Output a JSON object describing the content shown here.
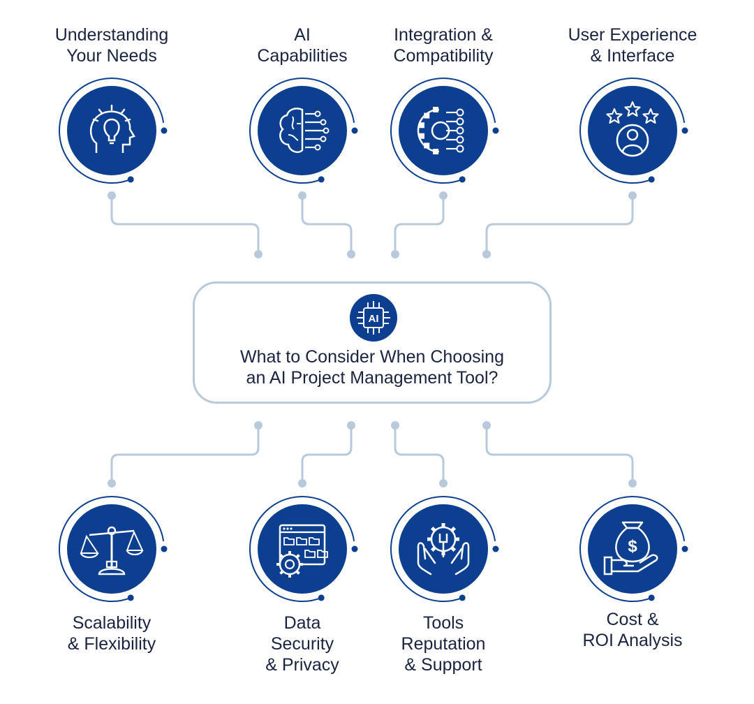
{
  "center": {
    "title_line1": "What to Consider When Choosing",
    "title_line2": "an AI Project Management Tool?",
    "icon": "ai-chip-icon",
    "chip_text": "AI"
  },
  "colors": {
    "primary": "#0c3f8f",
    "connector": "#b8c9dc",
    "text": "#1b2340"
  },
  "nodes": [
    {
      "id": "understanding-your-needs",
      "lines": [
        "Understanding",
        "Your Needs"
      ],
      "icon": "idea-head-icon"
    },
    {
      "id": "ai-capabilities",
      "lines": [
        "AI",
        "Capabilities"
      ],
      "icon": "brain-circuit-icon"
    },
    {
      "id": "integration-compatibility",
      "lines": [
        "Integration &",
        "Compatibility"
      ],
      "icon": "gear-network-icon"
    },
    {
      "id": "user-experience-interface",
      "lines": [
        "User Experience",
        "& Interface"
      ],
      "icon": "user-rating-icon"
    },
    {
      "id": "scalability-flexibility",
      "lines": [
        "Scalability",
        "& Flexibility"
      ],
      "icon": "balance-scale-icon"
    },
    {
      "id": "data-security-privacy",
      "lines": [
        "Data",
        "Security",
        "& Privacy"
      ],
      "icon": "folder-settings-icon"
    },
    {
      "id": "tools-reputation-support",
      "lines": [
        "Tools",
        "Reputation",
        "& Support"
      ],
      "icon": "support-hands-icon"
    },
    {
      "id": "cost-roi-analysis",
      "lines": [
        "Cost &",
        "ROI Analysis"
      ],
      "icon": "money-bag-hand-icon"
    }
  ]
}
